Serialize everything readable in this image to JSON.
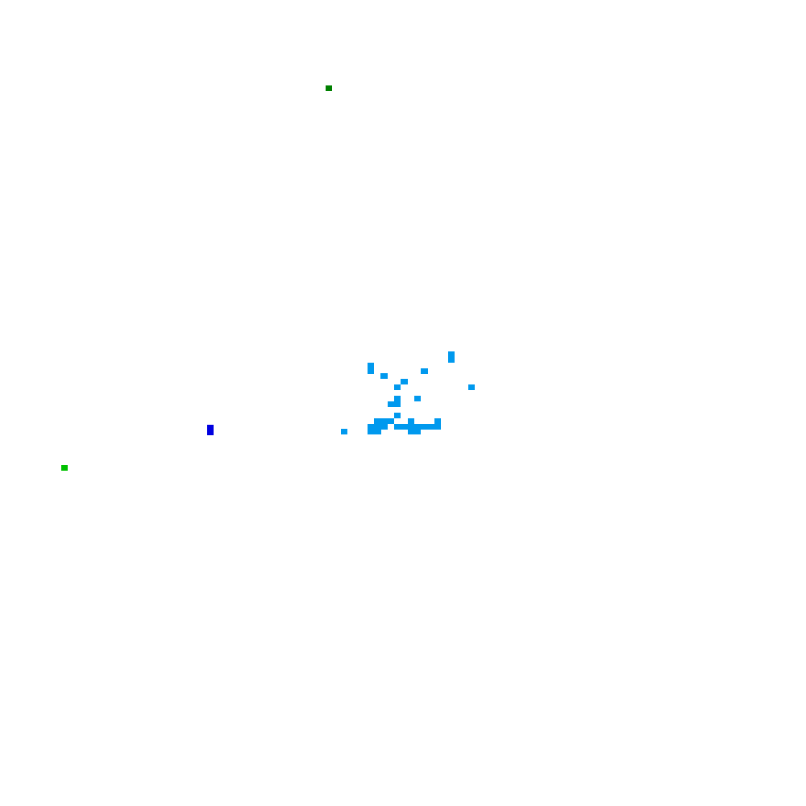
{
  "palette": {
    "background": "#ffffff",
    "dark_green": "#008000",
    "green": "#00c000",
    "blue": "#0000e0",
    "cyan_blue": "#0099ee"
  },
  "markers": [
    {
      "name": "dark-green-marker",
      "color_key": "dark_green"
    },
    {
      "name": "green-marker",
      "color_key": "green"
    },
    {
      "name": "blue-marker",
      "color_key": "blue"
    }
  ],
  "cluster": {
    "name": "cyan-pixel-cluster",
    "color_key": "cyan_blue"
  }
}
